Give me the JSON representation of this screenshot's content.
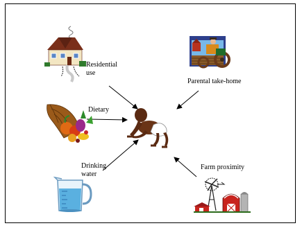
{
  "sources": [
    {
      "id": "residential",
      "label": "Residential\nuse",
      "icon": "house-icon"
    },
    {
      "id": "parental",
      "label": "Parental take-home",
      "icon": "farmer-tractor-icon"
    },
    {
      "id": "dietary",
      "label": "Dietary",
      "icon": "cornucopia-icon"
    },
    {
      "id": "drinking-water",
      "label": "Drinking\nwater",
      "icon": "water-pitcher-icon"
    },
    {
      "id": "farm-proximity",
      "label": "Farm proximity",
      "icon": "farm-barn-windmill-icon"
    }
  ],
  "center": {
    "icon": "crawling-baby-icon"
  }
}
